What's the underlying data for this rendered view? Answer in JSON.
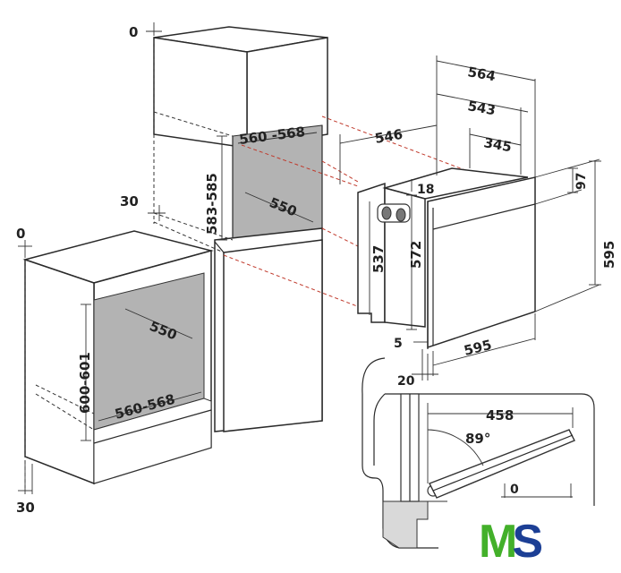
{
  "dimensions": {
    "tall_top_gap": "0",
    "tall_plinth": "30",
    "tall_niche_width": "560 -568",
    "tall_niche_height": "583-585",
    "tall_niche_depth": "550",
    "base_top_gap": "0",
    "base_plinth": "30",
    "base_niche_depth": "550",
    "base_niche_height": "600-601",
    "base_niche_width": "560-568",
    "oven_total_depth": "564",
    "oven_body_depth": "543",
    "oven_depth_546": "546",
    "oven_depth_345": "345",
    "oven_top_offset": "18",
    "oven_panel_height": "97",
    "oven_body_height_537": "537",
    "oven_body_height_572": "572",
    "oven_total_height": "595",
    "oven_width": "595",
    "oven_bottom_gap": "5",
    "door_thickness": "20",
    "door_open_reach": "458",
    "door_angle": "89°",
    "door_clearance": "0"
  },
  "logo": {
    "text": "MS",
    "colors": [
      "#43b02a",
      "#1c3f95"
    ]
  }
}
